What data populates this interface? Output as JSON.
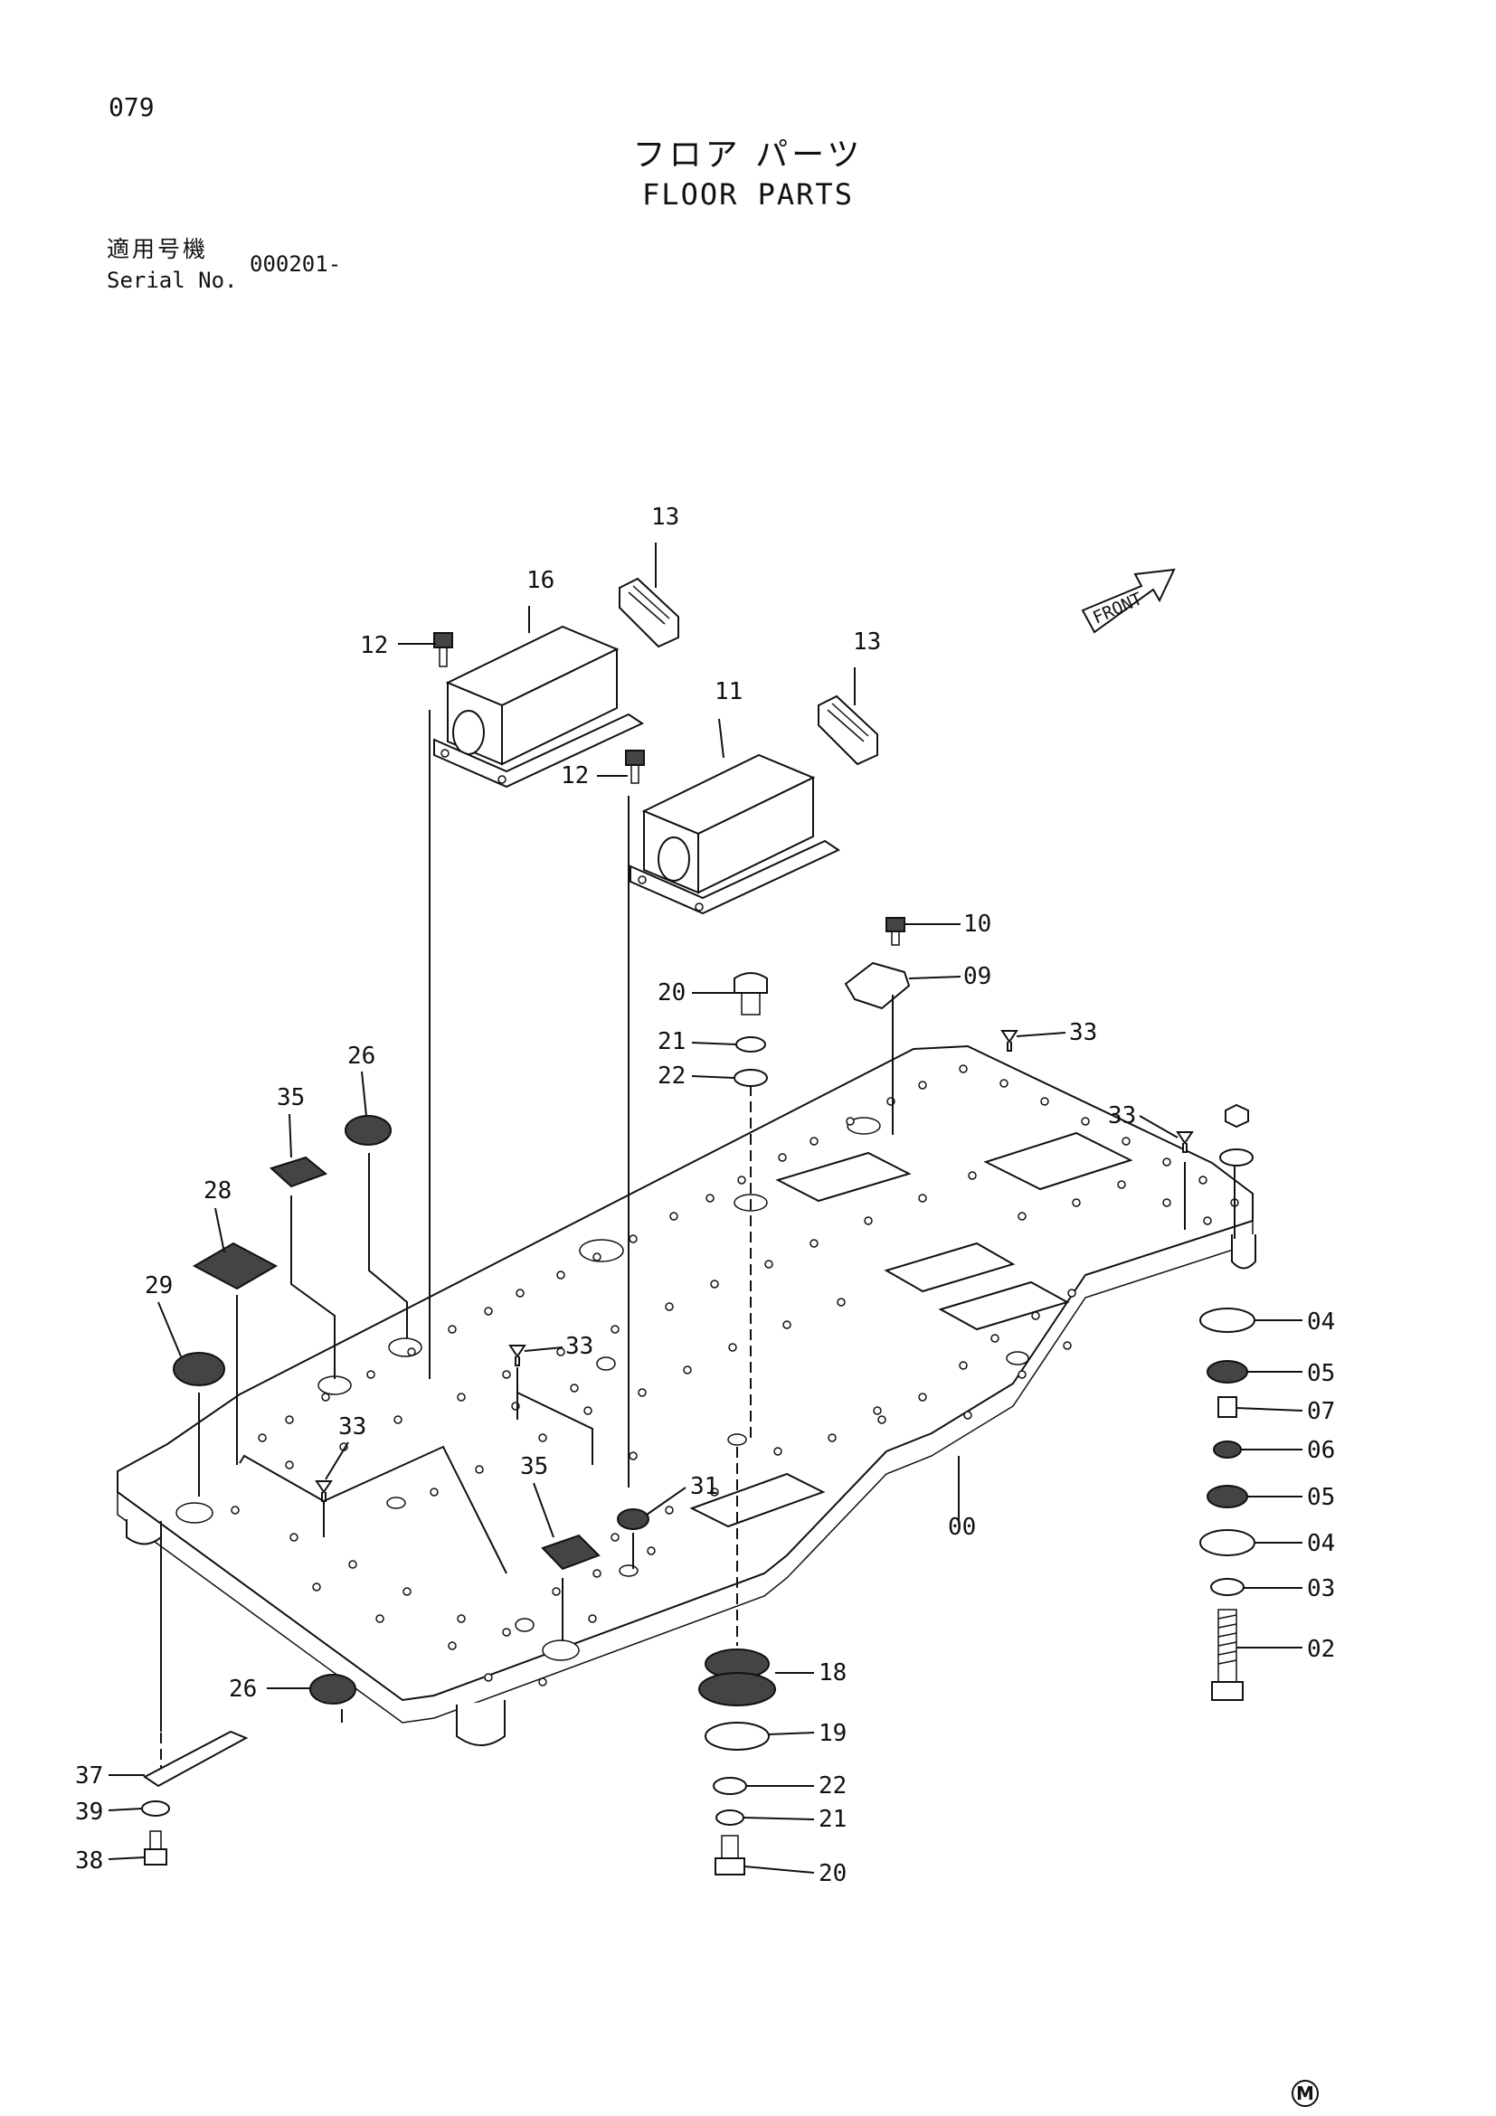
{
  "page": {
    "page_number": "079",
    "title_jp": "フロア パーツ",
    "title_en": "FLOOR PARTS",
    "serial_label_jp": "適用号機",
    "serial_label_en": "Serial No.",
    "serial_value": "000201-",
    "corner_mark": "M"
  },
  "diagram": {
    "front_label": "FRONT",
    "callouts": [
      "13",
      "16",
      "12",
      "13",
      "11",
      "12",
      "10",
      "09",
      "20",
      "21",
      "22",
      "33",
      "33",
      "26",
      "35",
      "28",
      "29",
      "33",
      "33",
      "35",
      "31",
      "00",
      "04",
      "05",
      "07",
      "06",
      "05",
      "04",
      "03",
      "02",
      "26",
      "18",
      "19",
      "22",
      "21",
      "20",
      "37",
      "39",
      "38"
    ]
  }
}
